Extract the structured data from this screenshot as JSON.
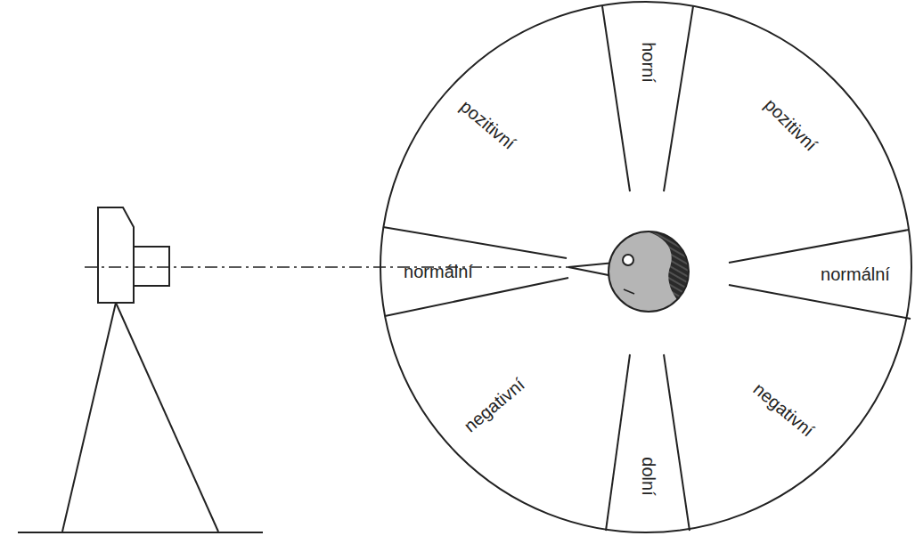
{
  "diagram": {
    "labels": [
      "horní",
      "pozitivní",
      "pozitivní",
      "normální",
      "normální",
      "negativní",
      "negativní",
      "dolní"
    ]
  }
}
